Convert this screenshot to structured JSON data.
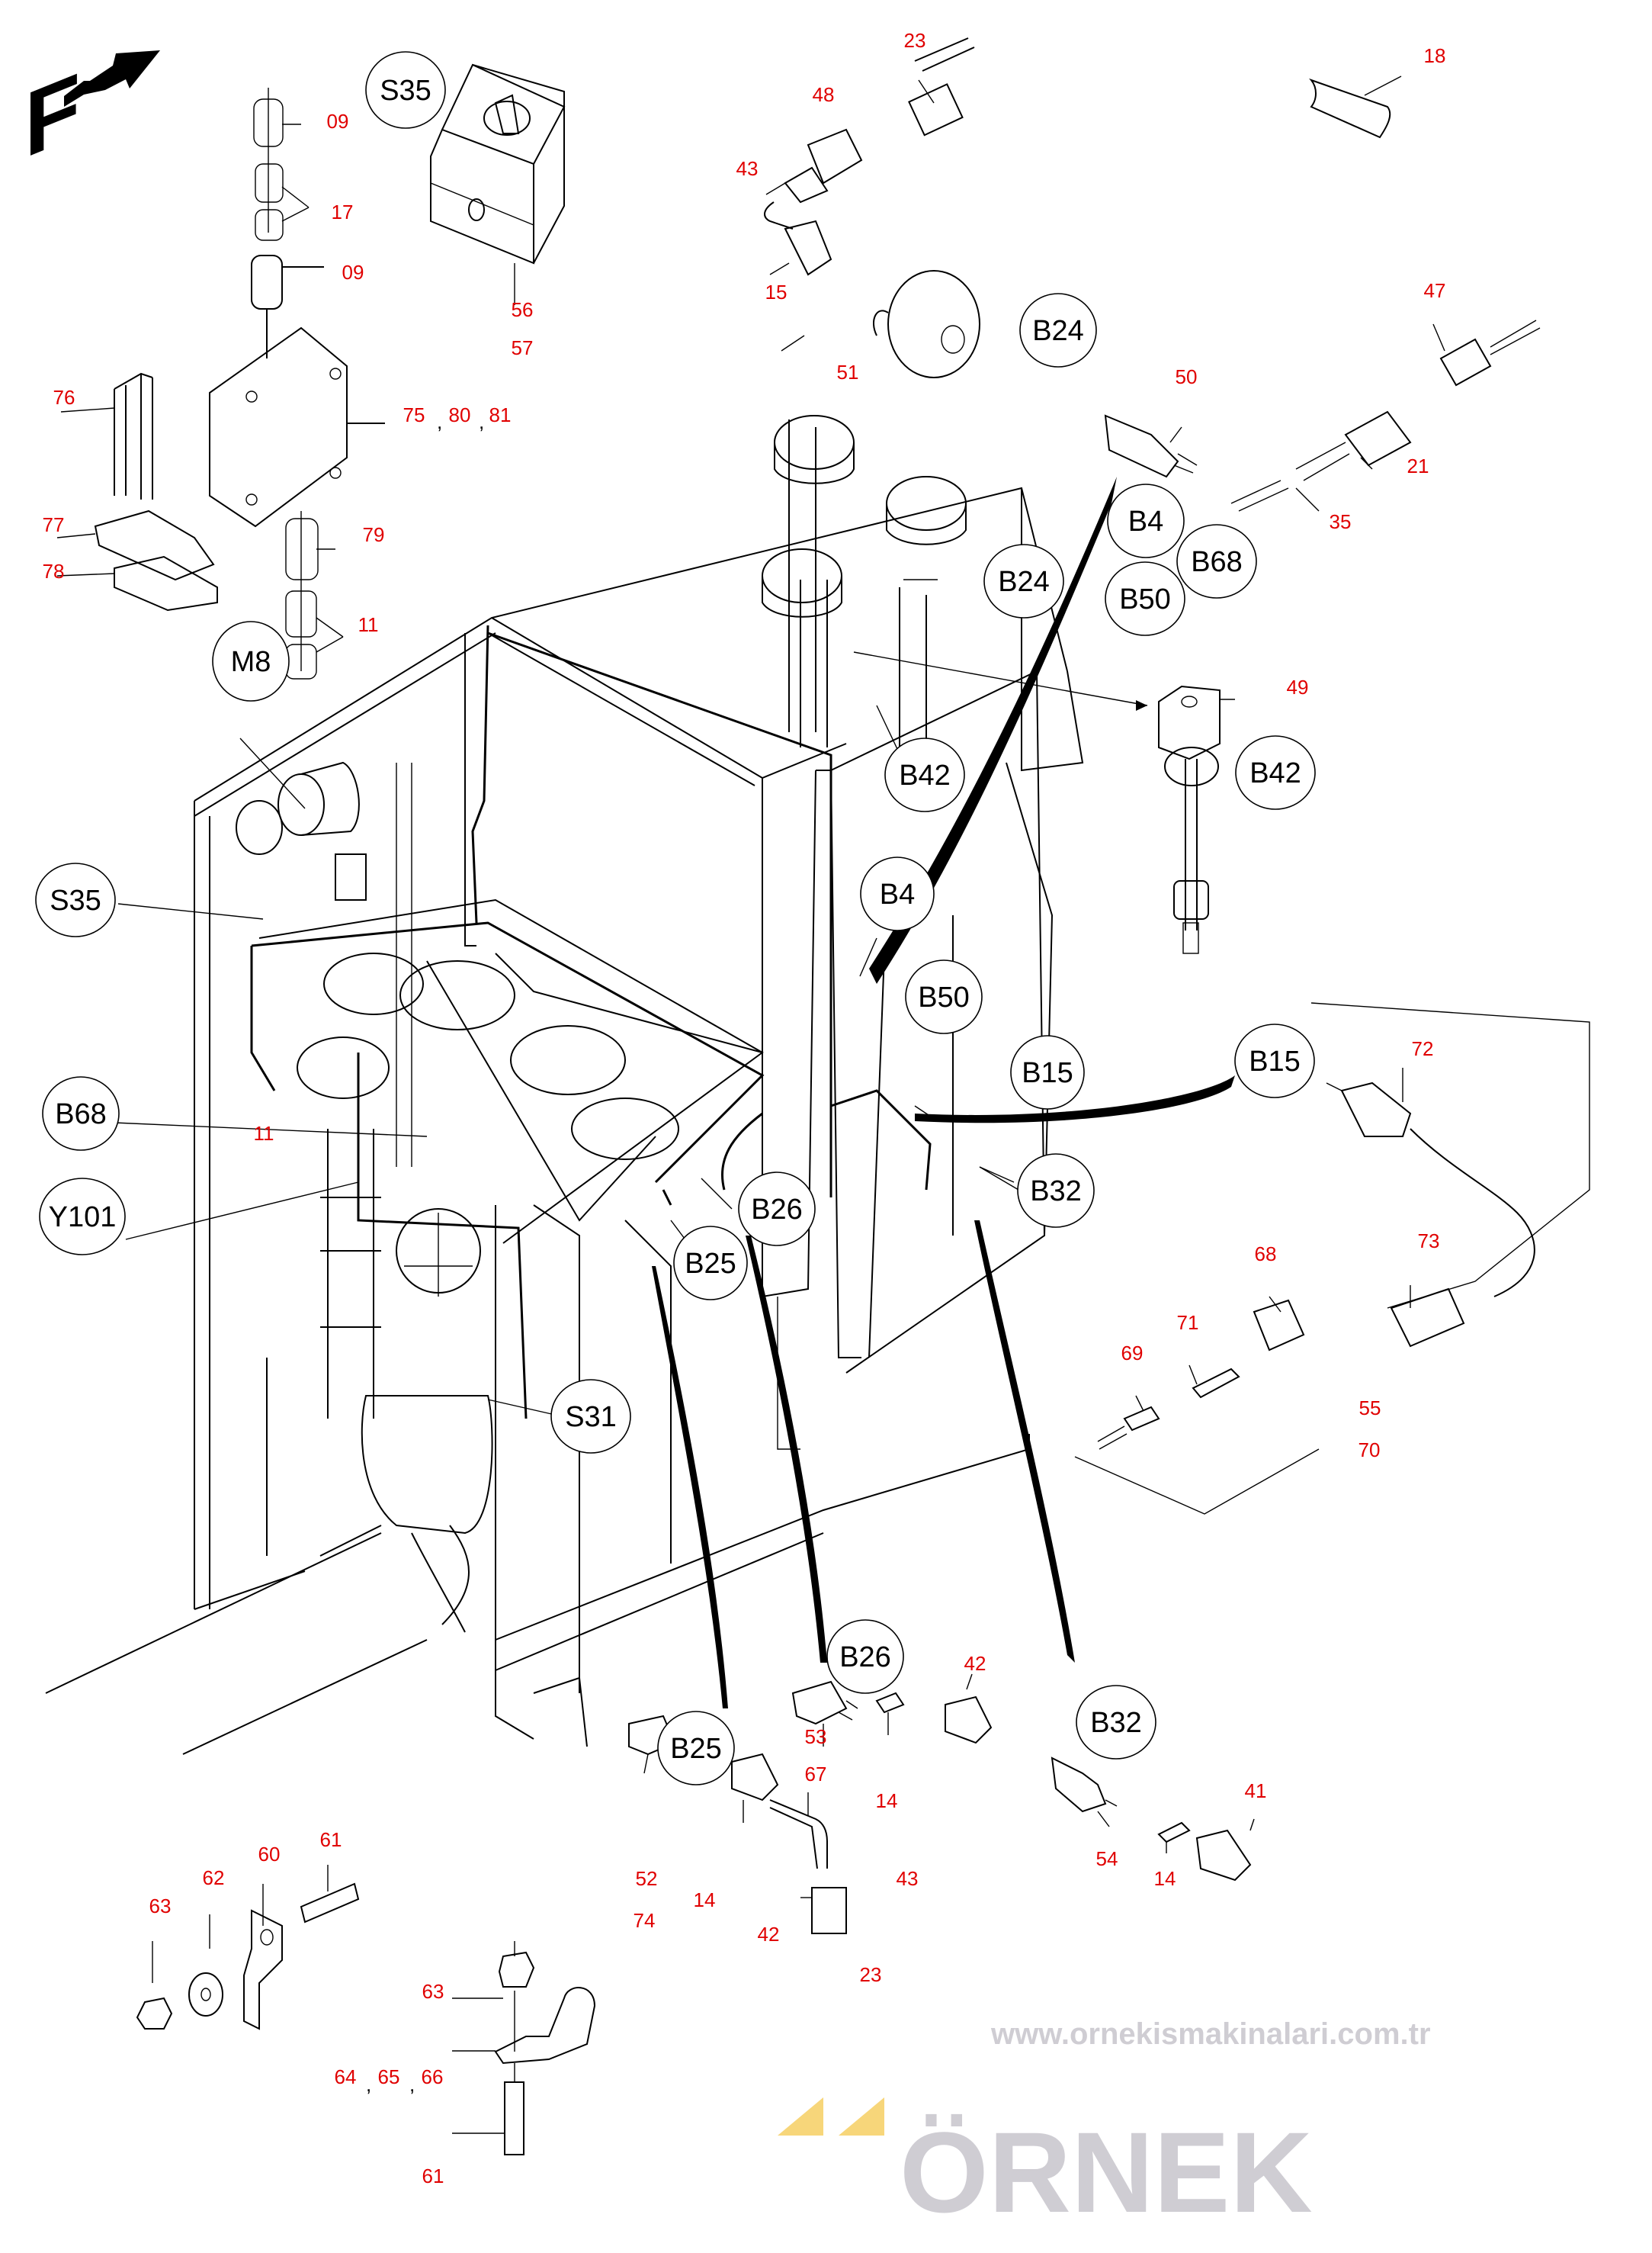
{
  "diagram": {
    "direction_marker": {
      "letter": "F",
      "icon": "arrow-up-right-icon"
    },
    "watermark": {
      "brand": "ÖRNEK",
      "url": "www.ornekismakinalari.com.tr",
      "accent": "#f7d67a",
      "watermark_color": "#cfcdd3"
    },
    "colors": {
      "part_number": "#e00000",
      "line": "#000000",
      "background": "#ffffff"
    },
    "component_codes": [
      {
        "id": "S35-top",
        "label": "S35"
      },
      {
        "id": "B24-top",
        "label": "B24"
      },
      {
        "id": "B4-top",
        "label": "B4"
      },
      {
        "id": "B68-top",
        "label": "B68"
      },
      {
        "id": "B50-top",
        "label": "B50"
      },
      {
        "id": "B24-mid",
        "label": "B24"
      },
      {
        "id": "B42-mid",
        "label": "B42"
      },
      {
        "id": "B42-right",
        "label": "B42"
      },
      {
        "id": "M8",
        "label": "M8"
      },
      {
        "id": "S35-left",
        "label": "S35"
      },
      {
        "id": "B4-mid",
        "label": "B4"
      },
      {
        "id": "B50-mid",
        "label": "B50"
      },
      {
        "id": "B15-mid",
        "label": "B15"
      },
      {
        "id": "B15-right",
        "label": "B15"
      },
      {
        "id": "B68-left",
        "label": "B68"
      },
      {
        "id": "Y101",
        "label": "Y101"
      },
      {
        "id": "B26-mid",
        "label": "B26"
      },
      {
        "id": "B32-mid",
        "label": "B32"
      },
      {
        "id": "B25-mid",
        "label": "B25"
      },
      {
        "id": "S31",
        "label": "S31"
      },
      {
        "id": "B26-bottom",
        "label": "B26"
      },
      {
        "id": "B25-bottom",
        "label": "B25"
      },
      {
        "id": "B32-bottom",
        "label": "B32"
      }
    ],
    "part_numbers": [
      {
        "id": "p09a",
        "label": "09"
      },
      {
        "id": "p17",
        "label": "17"
      },
      {
        "id": "p09b",
        "label": "09"
      },
      {
        "id": "p56",
        "label": "56"
      },
      {
        "id": "p57",
        "label": "57"
      },
      {
        "id": "p76",
        "label": "76"
      },
      {
        "id": "p75",
        "label": "75"
      },
      {
        "id": "p80",
        "label": "80"
      },
      {
        "id": "p81",
        "label": "81"
      },
      {
        "id": "p77",
        "label": "77"
      },
      {
        "id": "p78",
        "label": "78"
      },
      {
        "id": "p79",
        "label": "79"
      },
      {
        "id": "p11a",
        "label": "11"
      },
      {
        "id": "p23a",
        "label": "23"
      },
      {
        "id": "p48",
        "label": "48"
      },
      {
        "id": "p43a",
        "label": "43"
      },
      {
        "id": "p15",
        "label": "15"
      },
      {
        "id": "p51",
        "label": "51"
      },
      {
        "id": "p18",
        "label": "18"
      },
      {
        "id": "p47",
        "label": "47"
      },
      {
        "id": "p21",
        "label": "21"
      },
      {
        "id": "p35",
        "label": "35"
      },
      {
        "id": "p50",
        "label": "50"
      },
      {
        "id": "p49",
        "label": "49"
      },
      {
        "id": "p11b",
        "label": "11"
      },
      {
        "id": "p72",
        "label": "72"
      },
      {
        "id": "p73",
        "label": "73"
      },
      {
        "id": "p68",
        "label": "68"
      },
      {
        "id": "p71",
        "label": "71"
      },
      {
        "id": "p69",
        "label": "69"
      },
      {
        "id": "p55",
        "label": "55"
      },
      {
        "id": "p70",
        "label": "70"
      },
      {
        "id": "p42a",
        "label": "42"
      },
      {
        "id": "p53",
        "label": "53"
      },
      {
        "id": "p67",
        "label": "67"
      },
      {
        "id": "p14a",
        "label": "14"
      },
      {
        "id": "p41",
        "label": "41"
      },
      {
        "id": "p54",
        "label": "54"
      },
      {
        "id": "p14b",
        "label": "14"
      },
      {
        "id": "p52",
        "label": "52"
      },
      {
        "id": "p74",
        "label": "74"
      },
      {
        "id": "p14c",
        "label": "14"
      },
      {
        "id": "p42b",
        "label": "42"
      },
      {
        "id": "p43b",
        "label": "43"
      },
      {
        "id": "p23b",
        "label": "23"
      },
      {
        "id": "p61a",
        "label": "61"
      },
      {
        "id": "p60",
        "label": "60"
      },
      {
        "id": "p62",
        "label": "62"
      },
      {
        "id": "p63a",
        "label": "63"
      },
      {
        "id": "p63b",
        "label": "63"
      },
      {
        "id": "p64",
        "label": "64"
      },
      {
        "id": "p65",
        "label": "65"
      },
      {
        "id": "p66",
        "label": "66"
      },
      {
        "id": "p61b",
        "label": "61"
      }
    ],
    "separators": [
      ",",
      ","
    ]
  }
}
